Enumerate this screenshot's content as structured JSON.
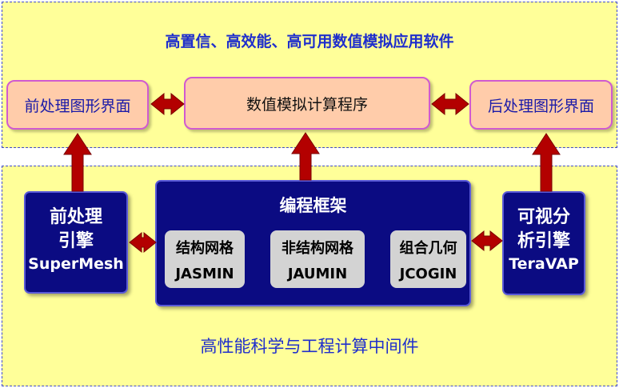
{
  "top_layer": {
    "title": "高置信、高效能、高可用数值模拟应用软件"
  },
  "top_boxes": {
    "left": "前处理图形界面",
    "center": "数值模拟计算程序",
    "right": "后处理图形界面"
  },
  "bottom_layer": {
    "title": "高性能科学与工程计算中间件"
  },
  "engine_left": {
    "line1": "前处理",
    "line2": "引擎",
    "line3": "SuperMesh"
  },
  "engine_right": {
    "line1": "可视分",
    "line2": "析引擎",
    "line3": "TeraVAP"
  },
  "framework": {
    "title": "编程框架",
    "items": [
      {
        "label": "结构网格",
        "name": "JASMIN"
      },
      {
        "label": "非结构网格",
        "name": "JAUMIN"
      },
      {
        "label": "组合几何",
        "name": "JCOGIN"
      }
    ]
  },
  "colors": {
    "layer_fill": "#ffff99",
    "layer_border": "#3f48cc",
    "arrow": "#b30000",
    "navy": "#0b0b82",
    "pink_fill": "#ffccaa"
  }
}
